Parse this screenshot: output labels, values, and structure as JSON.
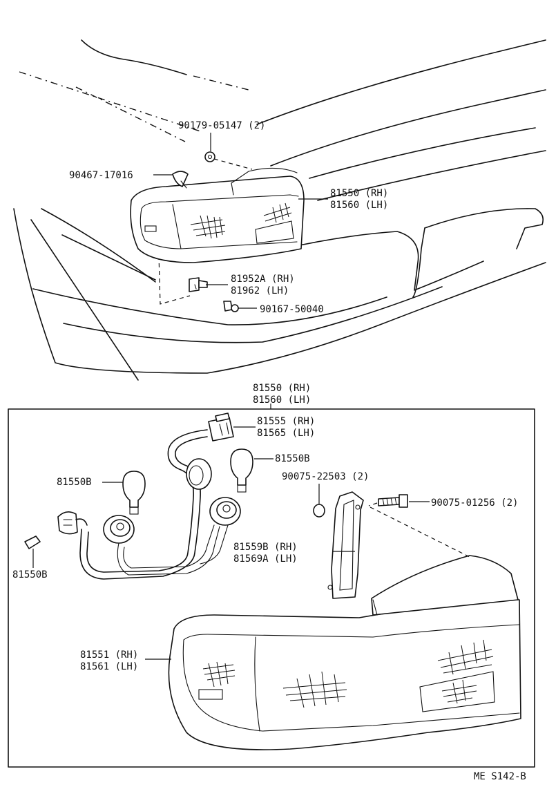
{
  "upper_view": {
    "callouts": [
      {
        "id": "screw-top",
        "label": "90179-05147 (2)"
      },
      {
        "id": "clip",
        "label": "90467-17016"
      },
      {
        "id": "lamp-assy",
        "label_rh": "81550 (RH)",
        "label_lh": "81560 (LH)"
      },
      {
        "id": "bracket",
        "label_rh": "81952A (RH)",
        "label_lh": "81962   (LH)"
      },
      {
        "id": "screw-bracket",
        "label": "90167-50040"
      }
    ]
  },
  "lower_view": {
    "box_title_rh": "81550 (RH)",
    "box_title_lh": "81560 (LH)",
    "callouts": [
      {
        "id": "socket-wire",
        "label_rh": "81555 (RH)",
        "label_lh": "81565 (LH)"
      },
      {
        "id": "bulb-right",
        "label": "81550B"
      },
      {
        "id": "bulb-left",
        "label": "81550B"
      },
      {
        "id": "bulb-small",
        "label": "81550B"
      },
      {
        "id": "nut",
        "label": "90075-22503 (2)"
      },
      {
        "id": "bolt",
        "label": "90075-01256 (2)"
      },
      {
        "id": "gasket",
        "label_rh": "81559B (RH)",
        "label_lh": "81569A (LH)"
      },
      {
        "id": "lens",
        "label_rh": "81551 (RH)",
        "label_lh": "81561 (LH)"
      }
    ]
  },
  "figure_code": "ME S142-B"
}
